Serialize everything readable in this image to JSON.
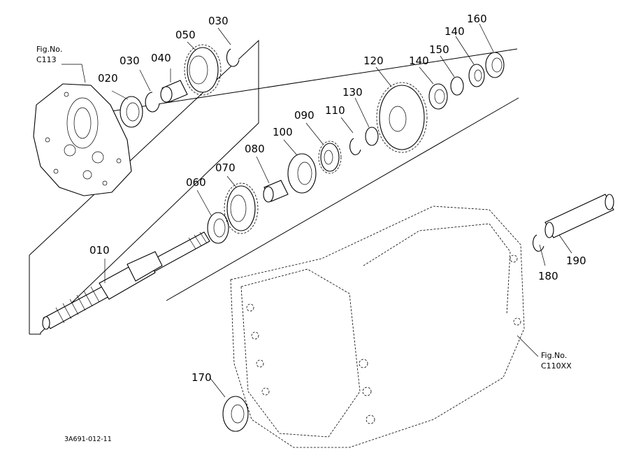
{
  "parts": [
    {
      "id": "p010",
      "label": "010"
    },
    {
      "id": "p020",
      "label": "020"
    },
    {
      "id": "p030a",
      "label": "030"
    },
    {
      "id": "p030b",
      "label": "030"
    },
    {
      "id": "p040",
      "label": "040"
    },
    {
      "id": "p050",
      "label": "050"
    },
    {
      "id": "p060",
      "label": "060"
    },
    {
      "id": "p070",
      "label": "070"
    },
    {
      "id": "p080",
      "label": "080"
    },
    {
      "id": "p090",
      "label": "090"
    },
    {
      "id": "p100",
      "label": "100"
    },
    {
      "id": "p110",
      "label": "110"
    },
    {
      "id": "p120",
      "label": "120"
    },
    {
      "id": "p130",
      "label": "130"
    },
    {
      "id": "p140a",
      "label": "140"
    },
    {
      "id": "p140b",
      "label": "140"
    },
    {
      "id": "p150",
      "label": "150"
    },
    {
      "id": "p160",
      "label": "160"
    },
    {
      "id": "p170",
      "label": "170"
    },
    {
      "id": "p180",
      "label": "180"
    },
    {
      "id": "p190",
      "label": "190"
    }
  ],
  "figure_refs": [
    {
      "id": "ref-c113",
      "line1": "Fig.No.",
      "line2": "C113"
    },
    {
      "id": "ref-c110xx",
      "line1": "Fig.No.",
      "line2": "C110XX"
    }
  ],
  "drawing_code": "3A691-012-11"
}
